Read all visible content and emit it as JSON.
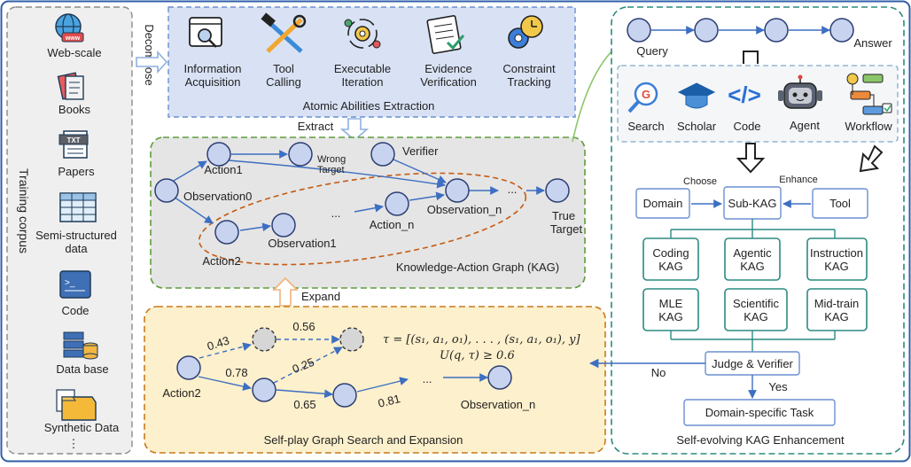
{
  "corpus": {
    "title": "Training corpus",
    "items": [
      "Web-scale",
      "Books",
      "Papers",
      "Semi-structured",
      "data",
      "Code",
      "Data base",
      "Synthetic Data",
      "⋮"
    ]
  },
  "decompose_label": "Decompose",
  "atomic": {
    "title": "Atomic Abilities Extraction",
    "items": [
      {
        "line1": "Information",
        "line2": "Acquisition"
      },
      {
        "line1": "Tool",
        "line2": "Calling"
      },
      {
        "line1": "Executable",
        "line2": "Iteration"
      },
      {
        "line1": "Evidence",
        "line2": "Verification"
      },
      {
        "line1": "Constraint",
        "line2": "Tracking"
      }
    ]
  },
  "extract_label": "Extract",
  "expand_label": "Expand",
  "kag": {
    "title": "Knowledge-Action Graph (KAG)",
    "nodes": {
      "action1": "Action1",
      "wrong_target_1": "Wrong",
      "wrong_target_2": "Target",
      "verifier": "Verifier",
      "observation0": "Observation0",
      "ellipsis_top": "...",
      "ellipsis_mid": "...",
      "observation_n": "Observation_n",
      "true_target_1": "True",
      "true_target_2": "Target",
      "observation1": "Observation1",
      "action_n": "Action_n",
      "action2": "Action2"
    }
  },
  "selfplay": {
    "title": "Self-play Graph Search and Expansion",
    "action2": "Action2",
    "observation_n": "Observation_n",
    "ellipsis": "...",
    "weights": [
      "0.43",
      "0.56",
      "0.78",
      "0.25",
      "0.65",
      "0.81"
    ],
    "formula1": "τ = [(s₁, a₁, o₁), . . . , (s₁, a₁, o₁), y]",
    "formula2": "U(q, τ) ≥ 0.6"
  },
  "right": {
    "title": "Self-evolving KAG Enhancement",
    "query": "Query",
    "answer": "Answer",
    "tools": [
      "Search",
      "Scholar",
      "Code",
      "Agent",
      "Workflow"
    ],
    "choose": "Choose",
    "enhance": "Enhance",
    "domain": "Domain",
    "subkag": "Sub-KAG",
    "tool": "Tool",
    "kags": [
      {
        "l1": "Coding",
        "l2": "KAG"
      },
      {
        "l1": "Agentic",
        "l2": "KAG"
      },
      {
        "l1": "Instruction",
        "l2": "KAG"
      },
      {
        "l1": "MLE",
        "l2": "KAG"
      },
      {
        "l1": "Scientific",
        "l2": "KAG"
      },
      {
        "l1": "Mid-train",
        "l2": "KAG"
      }
    ],
    "judge": "Judge & Verifier",
    "no": "No",
    "yes": "Yes",
    "task": "Domain-specific Task"
  },
  "colors": {
    "outer_border": "#2f5fa8",
    "node_fill": "#c8d3ef",
    "node_stroke": "#2c3f73",
    "arrow": "#3d6fc2",
    "atomic_fill": "#d9e2f5",
    "kag_fill": "#e5e5e5",
    "kag_border": "#5f9d3c",
    "orange_dash": "#c55a11",
    "selfplay_fill": "#fdf0cc",
    "selfplay_border": "#c77b1c",
    "teal": "#2b8a80",
    "corpus_fill": "#efefef"
  }
}
